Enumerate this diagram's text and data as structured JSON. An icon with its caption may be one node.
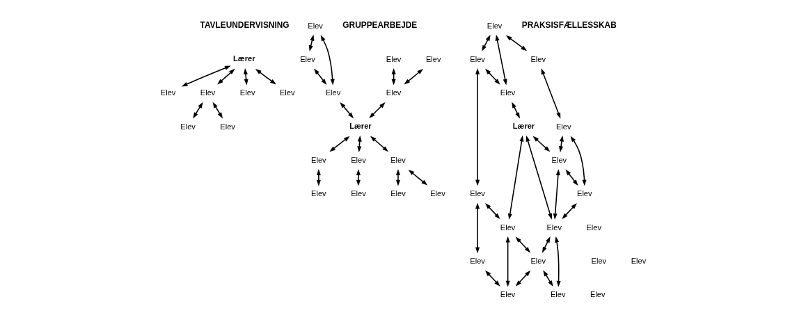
{
  "diagram": {
    "nodes": [
      {
        "text": [
          "Lærer"
        ]
      },
      {
        "text": [
          "Elev"
        ]
      },
      {
        "text": [
          "Elev"
        ]
      },
      {
        "text": [
          "Elev"
        ]
      },
      {
        "text": [
          "Elev"
        ]
      },
      {
        "text": [
          "Elev"
        ]
      },
      {
        "text": [
          "Elev"
        ]
      },
      {
        "text": [
          "Elev"
        ]
      },
      {
        "text": [
          "Elev"
        ]
      },
      {
        "text": [
          "Lærer"
        ]
      },
      {
        "text": [
          "Elev"
        ]
      },
      {
        "text": [
          "Elev"
        ]
      },
      {
        "text": [
          "Elev"
        ]
      },
      {
        "text": [
          "Elev"
        ]
      },
      {
        "text": [
          "Elev"
        ]
      },
      {
        "text": [
          "Elev"
        ]
      },
      {
        "text": [
          "Elev"
        ]
      },
      {
        "text": [
          "Elev"
        ]
      },
      {
        "text": [
          "Elev"
        ]
      },
      {
        "text": [
          "Elev"
        ]
      },
      {
        "text": [
          "Elev"
        ]
      },
      {
        "text": [
          "Elev"
        ]
      },
      {
        "text": [
          "Elev"
        ]
      },
      {
        "text": [
          "Elev"
        ]
      },
      {
        "text": [
          "Elev"
        ]
      },
      {
        "text": [
          "Lærer"
        ]
      },
      {
        "text": [
          "Elev"
        ]
      },
      {
        "text": [
          "Elev"
        ]
      },
      {
        "text": [
          "Elev"
        ]
      },
      {
        "text": [
          "Elev"
        ]
      },
      {
        "text": [
          "Elev"
        ]
      },
      {
        "text": [
          "Elev"
        ]
      },
      {
        "text": [
          "Elev"
        ]
      },
      {
        "text": [
          "Elev"
        ]
      },
      {
        "text": [
          "Elev"
        ]
      },
      {
        "text": [
          "Elev"
        ]
      },
      {
        "text": [
          "Elev"
        ]
      },
      {
        "text": [
          "Elev"
        ]
      },
      {
        "text": [
          "Elev"
        ]
      },
      {
        "text": [
          "Elev"
        ]
      }
    ],
    "edges": [
      {
        "from": 0,
        "to": 1,
        "arrow": "both"
      },
      {
        "from": 0,
        "to": 2,
        "arrow": "both"
      },
      {
        "from": 0,
        "to": 3,
        "arrow": "both"
      },
      {
        "from": 0,
        "to": 4,
        "arrow": "both"
      },
      {
        "from": 3,
        "to": 7,
        "arrow": "both"
      },
      {
        "from": 3,
        "to": 8,
        "arrow": "both"
      },
      {
        "from": 11,
        "to": 12,
        "arrow": "both"
      },
      {
        "from": 11,
        "to": 13,
        "arrow": "both"
      },
      {
        "from": 12,
        "to": 13,
        "arrow": "both"
      },
      {
        "from": 13,
        "to": 9,
        "arrow": "both"
      },
      {
        "from": 15,
        "to": 17,
        "arrow": "both"
      },
      {
        "from": 16,
        "to": 17,
        "arrow": "both"
      },
      {
        "from": 17,
        "to": 9,
        "arrow": "both"
      },
      {
        "from": 9,
        "to": 18,
        "arrow": "both"
      },
      {
        "from": 9,
        "to": 20,
        "arrow": "both"
      },
      {
        "from": 9,
        "to": 22,
        "arrow": "both"
      },
      {
        "from": 18,
        "to": 19,
        "arrow": "both"
      },
      {
        "from": 20,
        "to": 21,
        "arrow": "both"
      },
      {
        "from": 22,
        "to": 23,
        "arrow": "both"
      },
      {
        "from": 22,
        "to": 24,
        "arrow": "both"
      },
      {
        "from": 26,
        "to": 27,
        "arrow": "both"
      },
      {
        "from": 27,
        "to": 28,
        "arrow": "both"
      },
      {
        "from": 26,
        "to": 29,
        "arrow": "both"
      },
      {
        "from": 26,
        "to": 30,
        "arrow": "both"
      },
      {
        "from": 29,
        "to": 30,
        "arrow": "both"
      },
      {
        "from": 28,
        "to": 31,
        "arrow": "both"
      },
      {
        "from": 28,
        "to": 32,
        "arrow": "both"
      },
      {
        "from": 31,
        "to": 32,
        "arrow": "both"
      },
      {
        "from": 31,
        "to": 33,
        "arrow": "both"
      },
      {
        "from": 32,
        "to": 33,
        "arrow": "both"
      },
      {
        "from": 30,
        "to": 25,
        "arrow": "both"
      },
      {
        "from": 25,
        "to": 31,
        "arrow": "both"
      },
      {
        "from": 25,
        "to": 33,
        "arrow": "both"
      },
      {
        "from": 25,
        "to": 35,
        "arrow": "both"
      },
      {
        "from": 29,
        "to": 37,
        "arrow": "both"
      },
      {
        "from": 33,
        "to": 34,
        "arrow": "both"
      },
      {
        "from": 33,
        "to": 36,
        "arrow": "both"
      },
      {
        "from": 35,
        "to": 34,
        "arrow": "both"
      },
      {
        "from": 35,
        "to": 38,
        "arrow": "both"
      },
      {
        "from": 34,
        "to": 38,
        "arrow": "both"
      },
      {
        "from": 34,
        "to": 36,
        "arrow": "both"
      },
      {
        "from": 37,
        "to": 35,
        "arrow": "both"
      },
      {
        "from": 37,
        "to": 39,
        "arrow": "both"
      },
      {
        "from": 39,
        "to": 38,
        "arrow": "both"
      }
    ],
    "labels": [
      "TAVLEUNDERVISNING",
      "GRUPPEARBEJDE",
      "PRAKSISFÆLLESSKAB"
    ]
  }
}
